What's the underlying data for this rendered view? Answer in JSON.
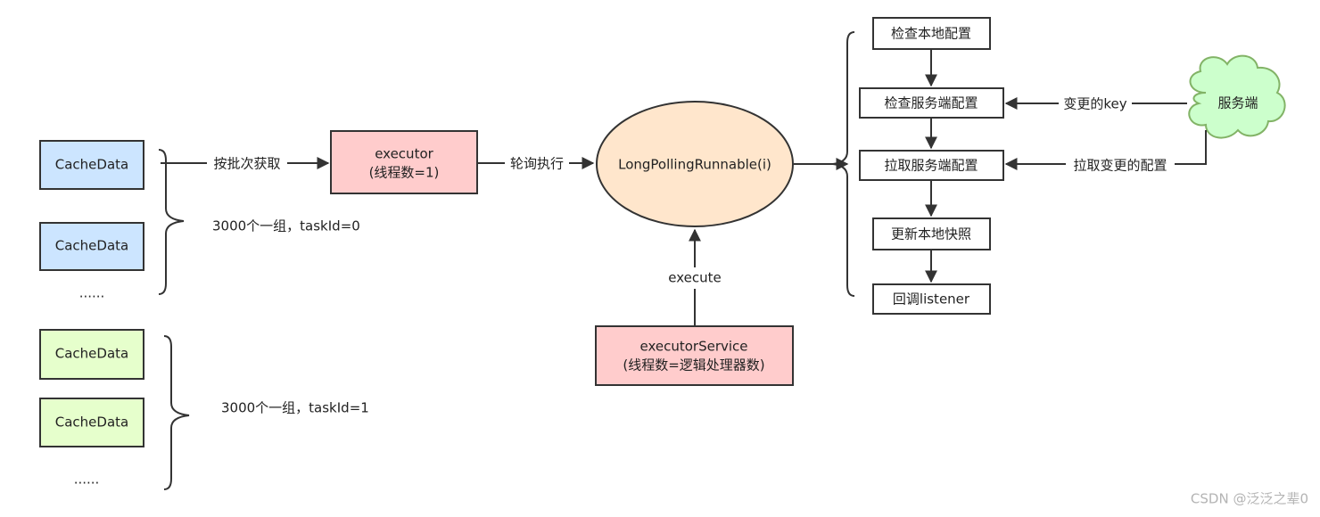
{
  "colors": {
    "cache_blue_fill": "#cce5ff",
    "cache_green_fill": "#e6ffcc",
    "executor_fill": "#ffcccc",
    "runnable_fill": "#ffe6cc",
    "server_cloud_fill": "#ccffcc",
    "server_cloud_stroke": "#82b366",
    "stroke": "#333333",
    "watermark": "#b4b4b4"
  },
  "group0": {
    "item1": "CacheData",
    "item2": "CacheData",
    "more": "......",
    "caption": "3000个一组，taskId=0"
  },
  "group1": {
    "item1": "CacheData",
    "item2": "CacheData",
    "more": "......",
    "caption": "3000个一组，taskId=1"
  },
  "edges": {
    "batch_fetch": "按批次获取",
    "poll_exec": "轮询执行",
    "execute": "execute",
    "changed_key": "变更的key",
    "pull_changed": "拉取变更的配置"
  },
  "executor": {
    "title": "executor",
    "subtitle": "(线程数=1)"
  },
  "runnable": {
    "label": "LongPollingRunnable(i)"
  },
  "executor_service": {
    "title": "executorService",
    "subtitle": "(线程数=逻辑处理器数)"
  },
  "steps": {
    "check_local": "检查本地配置",
    "check_server": "检查服务端配置",
    "pull_server": "拉取服务端配置",
    "update_snapshot": "更新本地快照",
    "callback": "回调listener"
  },
  "server": {
    "label": "服务端"
  },
  "watermark": {
    "text": "CSDN @泛泛之辈0"
  }
}
